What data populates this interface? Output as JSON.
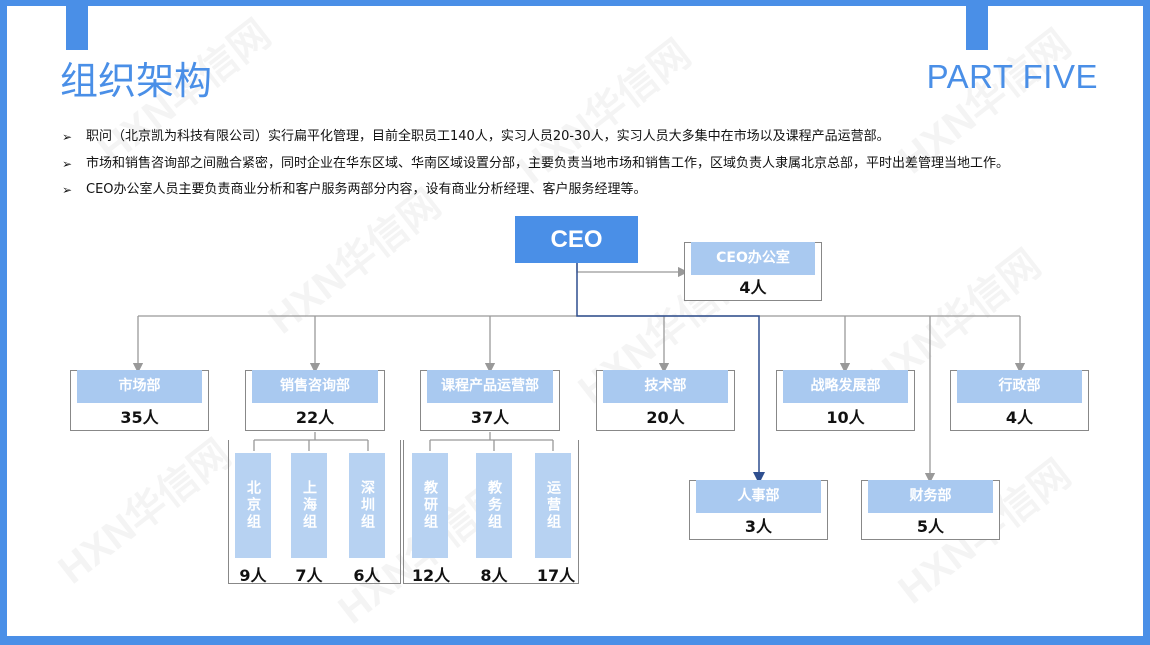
{
  "header": {
    "title": "组织架构",
    "part": "PART FIVE"
  },
  "watermark": "HXN华信网",
  "bullets": [
    "职问（北京凯为科技有限公司）实行扁平化管理，目前全职员工140人，实习人员20-30人，实习人员大多集中在市场以及课程产品运营部。",
    "市场和销售咨询部之间融合紧密，同时企业在华东区域、华南区域设置分部，主要负责当地市场和销售工作，区域负责人隶属北京总部，平时出差管理当地工作。",
    "CEO办公室人员主要负责商业分析和客户服务两部分内容，设有商业分析经理、客户服务经理等。"
  ],
  "bullet_marker": "➢",
  "org": {
    "ceo": "CEO",
    "ceo_office": {
      "name": "CEO办公室",
      "count": "4人"
    },
    "departments": [
      {
        "name": "市场部",
        "count": "35人"
      },
      {
        "name": "销售咨询部",
        "count": "22人"
      },
      {
        "name": "课程产品运营部",
        "count": "37人"
      },
      {
        "name": "技术部",
        "count": "20人"
      },
      {
        "name": "战略发展部",
        "count": "10人"
      },
      {
        "name": "行政部",
        "count": "4人"
      }
    ],
    "lower_departments": [
      {
        "name": "人事部",
        "count": "3人"
      },
      {
        "name": "财务部",
        "count": "5人"
      }
    ],
    "sales_groups": [
      {
        "name": "北京组",
        "count": "9人"
      },
      {
        "name": "上海组",
        "count": "7人"
      },
      {
        "name": "深圳组",
        "count": "6人"
      }
    ],
    "ops_groups": [
      {
        "name": "教研组",
        "count": "12人"
      },
      {
        "name": "教务组",
        "count": "8人"
      },
      {
        "name": "运营组",
        "count": "17人"
      }
    ]
  },
  "colors": {
    "accent": "#4a8fe7",
    "header_fill": "#a9c9f0",
    "group_fill": "#b7d2f2",
    "hr_line": "#2f4f8f"
  }
}
